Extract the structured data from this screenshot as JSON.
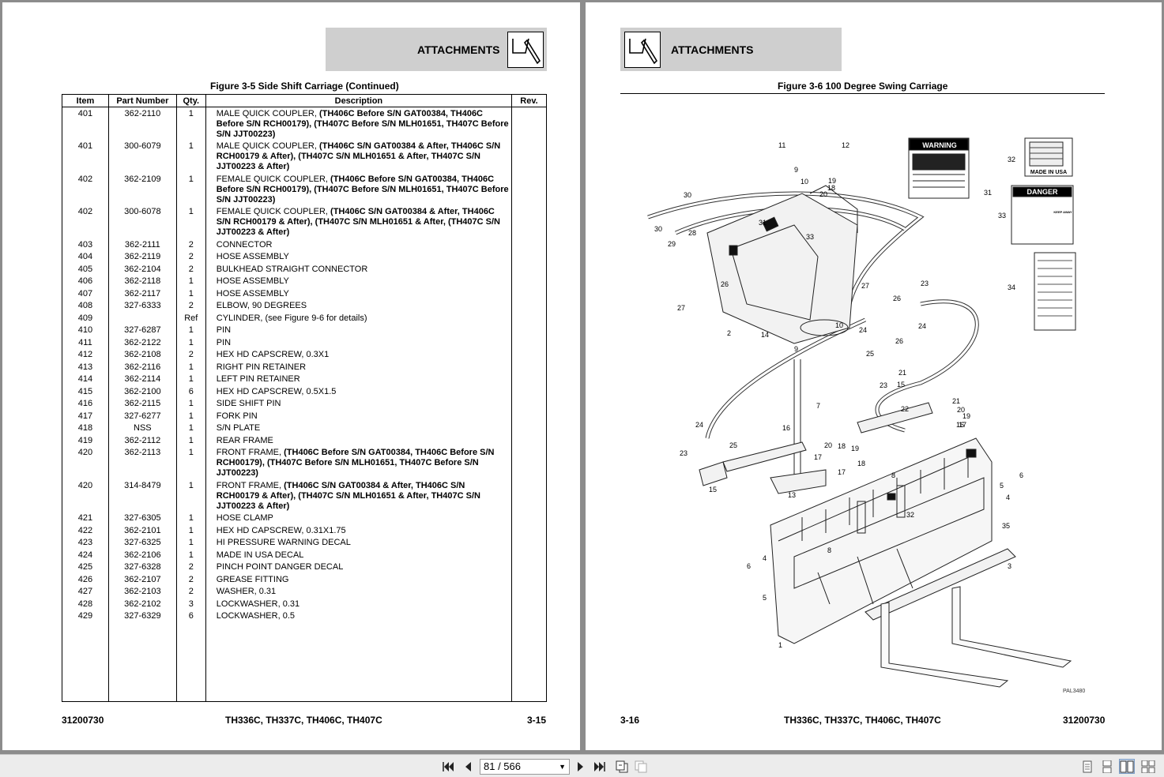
{
  "left_page": {
    "section": "ATTACHMENTS",
    "figure_title": "Figure 3-5 Side Shift Carriage (Continued)",
    "table_headers": [
      "Item",
      "Part Number",
      "Qty.",
      "Description",
      "Rev."
    ],
    "rows": [
      {
        "item": "401",
        "part": "362-2110",
        "qty": "1",
        "desc_plain": "MALE QUICK COUPLER, ",
        "desc_bold": "(TH406C Before S/N GAT00384, TH406C Before S/N RCH00179), (TH407C Before S/N MLH01651, TH407C Before S/N JJT00223)"
      },
      {
        "item": "401",
        "part": "300-6079",
        "qty": "1",
        "desc_plain": "MALE QUICK COUPLER, ",
        "desc_bold": "(TH406C S/N GAT00384 & After, TH406C S/N RCH00179 & After), (TH407C S/N MLH01651 & After, TH407C S/N JJT00223 & After)"
      },
      {
        "item": "402",
        "part": "362-2109",
        "qty": "1",
        "desc_plain": "FEMALE QUICK COUPLER, ",
        "desc_bold": "(TH406C Before S/N GAT00384, TH406C Before S/N RCH00179), (TH407C Before S/N MLH01651, TH407C Before S/N JJT00223)"
      },
      {
        "item": "402",
        "part": "300-6078",
        "qty": "1",
        "desc_plain": "FEMALE QUICK COUPLER, ",
        "desc_bold": "(TH406C S/N GAT00384 & After, TH406C S/N RCH00179 & After), (TH407C S/N MLH01651 & After, (TH407C S/N JJT00223 & After)"
      },
      {
        "item": "403",
        "part": "362-2111",
        "qty": "2",
        "desc_plain": "CONNECTOR",
        "desc_bold": ""
      },
      {
        "item": "404",
        "part": "362-2119",
        "qty": "2",
        "desc_plain": "HOSE ASSEMBLY",
        "desc_bold": ""
      },
      {
        "item": "405",
        "part": "362-2104",
        "qty": "2",
        "desc_plain": "BULKHEAD STRAIGHT CONNECTOR",
        "desc_bold": ""
      },
      {
        "item": "406",
        "part": "362-2118",
        "qty": "1",
        "desc_plain": "HOSE ASSEMBLY",
        "desc_bold": ""
      },
      {
        "item": "407",
        "part": "362-2117",
        "qty": "1",
        "desc_plain": "HOSE ASSEMBLY",
        "desc_bold": ""
      },
      {
        "item": "408",
        "part": "327-6333",
        "qty": "2",
        "desc_plain": "ELBOW, 90 DEGREES",
        "desc_bold": ""
      },
      {
        "item": "409",
        "part": "",
        "qty": "Ref",
        "desc_plain": "CYLINDER, (see Figure 9-6 for details)",
        "desc_bold": ""
      },
      {
        "item": "410",
        "part": "327-6287",
        "qty": "1",
        "desc_plain": "PIN",
        "desc_bold": ""
      },
      {
        "item": "411",
        "part": "362-2122",
        "qty": "1",
        "desc_plain": "PIN",
        "desc_bold": ""
      },
      {
        "item": "412",
        "part": "362-2108",
        "qty": "2",
        "desc_plain": "HEX HD CAPSCREW, 0.3X1",
        "desc_bold": ""
      },
      {
        "item": "413",
        "part": "362-2116",
        "qty": "1",
        "desc_plain": "RIGHT PIN RETAINER",
        "desc_bold": ""
      },
      {
        "item": "414",
        "part": "362-2114",
        "qty": "1",
        "desc_plain": "LEFT PIN RETAINER",
        "desc_bold": ""
      },
      {
        "item": "415",
        "part": "362-2100",
        "qty": "6",
        "desc_plain": "HEX HD CAPSCREW, 0.5X1.5",
        "desc_bold": ""
      },
      {
        "item": "416",
        "part": "362-2115",
        "qty": "1",
        "desc_plain": "SIDE SHIFT PIN",
        "desc_bold": ""
      },
      {
        "item": "417",
        "part": "327-6277",
        "qty": "1",
        "desc_plain": "FORK PIN",
        "desc_bold": ""
      },
      {
        "item": "418",
        "part": "NSS",
        "qty": "1",
        "desc_plain": "S/N PLATE",
        "desc_bold": ""
      },
      {
        "item": "419",
        "part": "362-2112",
        "qty": "1",
        "desc_plain": "REAR FRAME",
        "desc_bold": ""
      },
      {
        "item": "420",
        "part": "362-2113",
        "qty": "1",
        "desc_plain": "FRONT FRAME, ",
        "desc_bold": "(TH406C Before S/N GAT00384, TH406C Before S/N RCH00179), (TH407C Before S/N MLH01651, TH407C Before S/N JJT00223)"
      },
      {
        "item": "420",
        "part": "314-8479",
        "qty": "1",
        "desc_plain": "FRONT FRAME, ",
        "desc_bold": "(TH406C S/N GAT00384 & After, TH406C S/N RCH00179 & After), (TH407C S/N MLH01651 & After, TH407C S/N JJT00223 & After)"
      },
      {
        "item": "421",
        "part": "327-6305",
        "qty": "1",
        "desc_plain": "HOSE CLAMP",
        "desc_bold": ""
      },
      {
        "item": "422",
        "part": "362-2101",
        "qty": "1",
        "desc_plain": "HEX HD CAPSCREW, 0.31X1.75",
        "desc_bold": ""
      },
      {
        "item": "423",
        "part": "327-6325",
        "qty": "1",
        "desc_plain": "HI PRESSURE WARNING DECAL",
        "desc_bold": ""
      },
      {
        "item": "424",
        "part": "362-2106",
        "qty": "1",
        "desc_plain": "MADE IN USA DECAL",
        "desc_bold": ""
      },
      {
        "item": "425",
        "part": "327-6328",
        "qty": "2",
        "desc_plain": "PINCH POINT DANGER DECAL",
        "desc_bold": ""
      },
      {
        "item": "426",
        "part": "362-2107",
        "qty": "2",
        "desc_plain": "GREASE FITTING",
        "desc_bold": ""
      },
      {
        "item": "427",
        "part": "362-2103",
        "qty": "2",
        "desc_plain": "WASHER, 0.31",
        "desc_bold": ""
      },
      {
        "item": "428",
        "part": "362-2102",
        "qty": "3",
        "desc_plain": "LOCKWASHER, 0.31",
        "desc_bold": ""
      },
      {
        "item": "429",
        "part": "327-6329",
        "qty": "6",
        "desc_plain": "LOCKWASHER, 0.5",
        "desc_bold": ""
      }
    ],
    "footer": {
      "doc_number": "31200730",
      "models": "TH336C, TH337C, TH406C, TH407C",
      "page": "3-15"
    }
  },
  "right_page": {
    "section": "ATTACHMENTS",
    "figure_title": "Figure 3-6 100 Degree Swing Carriage",
    "decals": {
      "warning": "WARNING",
      "warning_sub": "HIGH PRESSURE FLUID HAZARD",
      "danger": "DANGER",
      "made_in": "MADE IN USA",
      "keep_away": "KEEP AWAY"
    },
    "callouts": [
      "1",
      "2",
      "3",
      "4",
      "4",
      "5",
      "5",
      "6",
      "6",
      "7",
      "8",
      "8",
      "9",
      "9",
      "10",
      "10",
      "11",
      "12",
      "13",
      "14",
      "15",
      "15",
      "16",
      "16",
      "17",
      "17",
      "17",
      "18",
      "18",
      "18",
      "19",
      "19",
      "19",
      "20",
      "20",
      "20",
      "21",
      "21",
      "22",
      "23",
      "23",
      "23",
      "24",
      "24",
      "24",
      "25",
      "25",
      "26",
      "26",
      "26",
      "27",
      "27",
      "28",
      "29",
      "30",
      "30",
      "31",
      "31",
      "32",
      "32",
      "33",
      "33",
      "34",
      "35"
    ],
    "drawing_id": "PAL3480",
    "footer": {
      "page": "3-16",
      "models": "TH336C, TH337C, TH406C, TH407C",
      "doc_number": "31200730"
    }
  },
  "toolbar": {
    "page_indicator": "81 / 566"
  }
}
